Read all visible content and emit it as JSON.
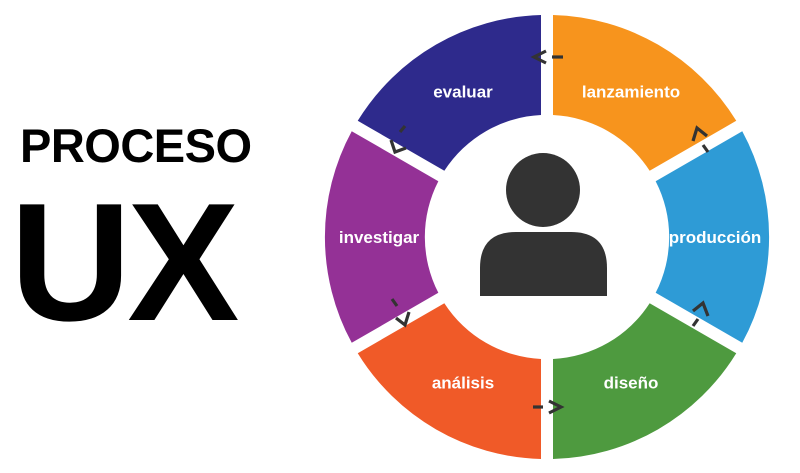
{
  "title": {
    "line1": "PROCESO",
    "line2": "UX"
  },
  "center_icon": "user-icon",
  "segments": [
    {
      "id": "lanzamiento",
      "label": "lanzamiento",
      "color": "#F7941D"
    },
    {
      "id": "produccion",
      "label": "producción",
      "color": "#2E9BD6"
    },
    {
      "id": "diseno",
      "label": "diseño",
      "color": "#4E9A3F"
    },
    {
      "id": "analisis",
      "label": "análisis",
      "color": "#F05A28"
    },
    {
      "id": "investigar",
      "label": "investigar",
      "color": "#943196"
    },
    {
      "id": "evaluar",
      "label": "evaluar",
      "color": "#2E2A8C"
    }
  ],
  "colors": {
    "text": "#000000",
    "icon": "#333333",
    "arrow": "#333333",
    "background": "#ffffff"
  }
}
